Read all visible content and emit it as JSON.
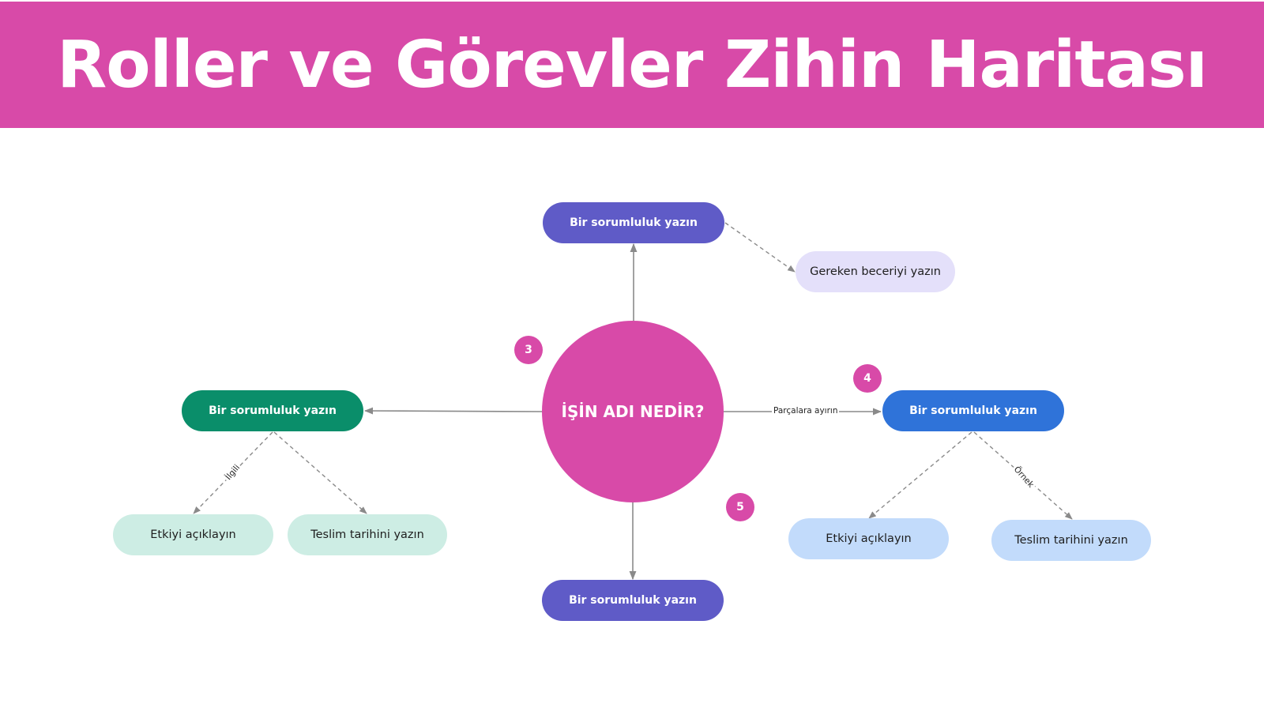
{
  "title": "Roller ve Görevler Zihin Haritası",
  "center_label": "İŞİN ADI NEDİR?",
  "nodes": {
    "top": "Bir sorumluluk yazın",
    "top_skill": "Gereken beceriyi yazın",
    "left": "Bir sorumluluk yazın",
    "left_effect": "Etkiyi açıklayın",
    "left_deadline": "Teslim tarihini yazın",
    "right": "Bir sorumluluk yazın",
    "right_effect": "Etkiyi açıklayın",
    "right_deadline": "Teslim tarihini yazın",
    "bottom": "Bir sorumluluk yazın"
  },
  "edge_labels": {
    "center_right": "Parçalara ayırın",
    "left_related": "İlgili",
    "right_example": "Örnek"
  },
  "badges": [
    "3",
    "4",
    "5"
  ],
  "colors": {
    "magenta": "#D84AA8",
    "indigo": "#5F5BC7",
    "green": "#0A8E6A",
    "blue": "#2F73D9",
    "lavender": "#E4E0FA",
    "mint": "#CDEDE4",
    "light_blue": "#C2DBFB",
    "line": "#8a8a8a"
  }
}
